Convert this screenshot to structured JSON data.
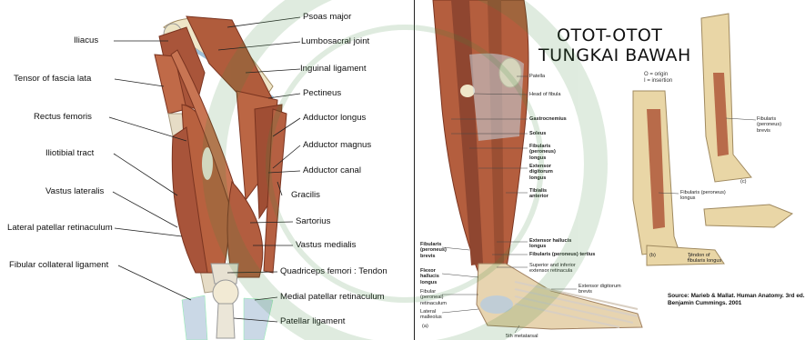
{
  "left_panel": {
    "labels": {
      "psoas_major": "Psoas major",
      "iliacus": "Iliacus",
      "lumbosacral_joint": "Lumbosacral joint",
      "inguinal_ligament": "Inguinal ligament",
      "tensor_fascia_lata": "Tensor of fascia lata",
      "pectineus": "Pectineus",
      "rectus_femoris": "Rectus femoris",
      "adductor_longus": "Adductor longus",
      "adductor_magnus": "Adductor magnus",
      "iliotibial_tract": "Iliotibial tract",
      "adductor_canal": "Adductor canal",
      "gracilis": "Gracilis",
      "vastus_lateralis": "Vastus lateralis",
      "sartorius": "Sartorius",
      "lateral_patellar_retinaculum": "Lateral patellar retinaculum",
      "vastus_medialis": "Vastus medialis",
      "fibular_collateral_ligament": "Fibular collateral ligament",
      "quadriceps_tendon": "Quadriceps femori : Tendon",
      "medial_patellar_retinaculum": "Medial patellar retinaculum",
      "patellar_ligament": "Patellar ligament"
    }
  },
  "right_panel": {
    "title_line1": "OTOT-OTOT",
    "title_line2": "TUNGKAI BAWAH",
    "legend": "O = origin\nI = insertion",
    "labels": {
      "patella": "Patella",
      "head_of_fibula": "Head of fibula",
      "gastrocnemius": "Gastrocnemius",
      "soleus": "Soleus",
      "fibularis_longus": "Fibularis\n(peroneus)\nlongus",
      "ext_dig_longus": "Extensor\ndigitorum\nlongus",
      "tibialis_anterior": "Tibialis\nanterior",
      "ext_hallucis_longus": "Extensor hallucis\nlongus",
      "fibularis_tertius": "Fibularis (peroneus) tertius",
      "sup_inf_ext_retinacula": "Superior and inferior\nextensor retinacula",
      "ext_dig_brevis": "Extensor digitorum\nbrevis",
      "fibularis_brevis_left": "Fibularis\n(peroneus)\nbrevis",
      "flexor_hallucis_longus": "Flexor\nhallucis\nlongus",
      "fibular_retinaculum": "Fibular\n(peroneal)\nretinaculum",
      "lateral_malleolus": "Lateral\nmalleolus",
      "fifth_metatarsal": "5th metatarsal",
      "panel_a": "(a)",
      "panel_b": "(b)",
      "panel_c": "(c)",
      "fibularis_brevis_right": "Fibularis\n(peroneus)\nbrevis",
      "fibularis_longus_b": "Fibularis (peroneus)\nlongus",
      "tendon_fibularis_longus": "Tendon of\nfibularis longus"
    },
    "source": "Source: Marieb & Mallat. Human Anatomy. 3rd ed.\nBenjamin Cummings. 2001"
  },
  "colors": {
    "muscle": "#b5603f",
    "muscle_dark": "#8a3a24",
    "tendon": "#e8e2d0",
    "bone": "#f0dfb0",
    "watermark": "#3c8a3c"
  }
}
